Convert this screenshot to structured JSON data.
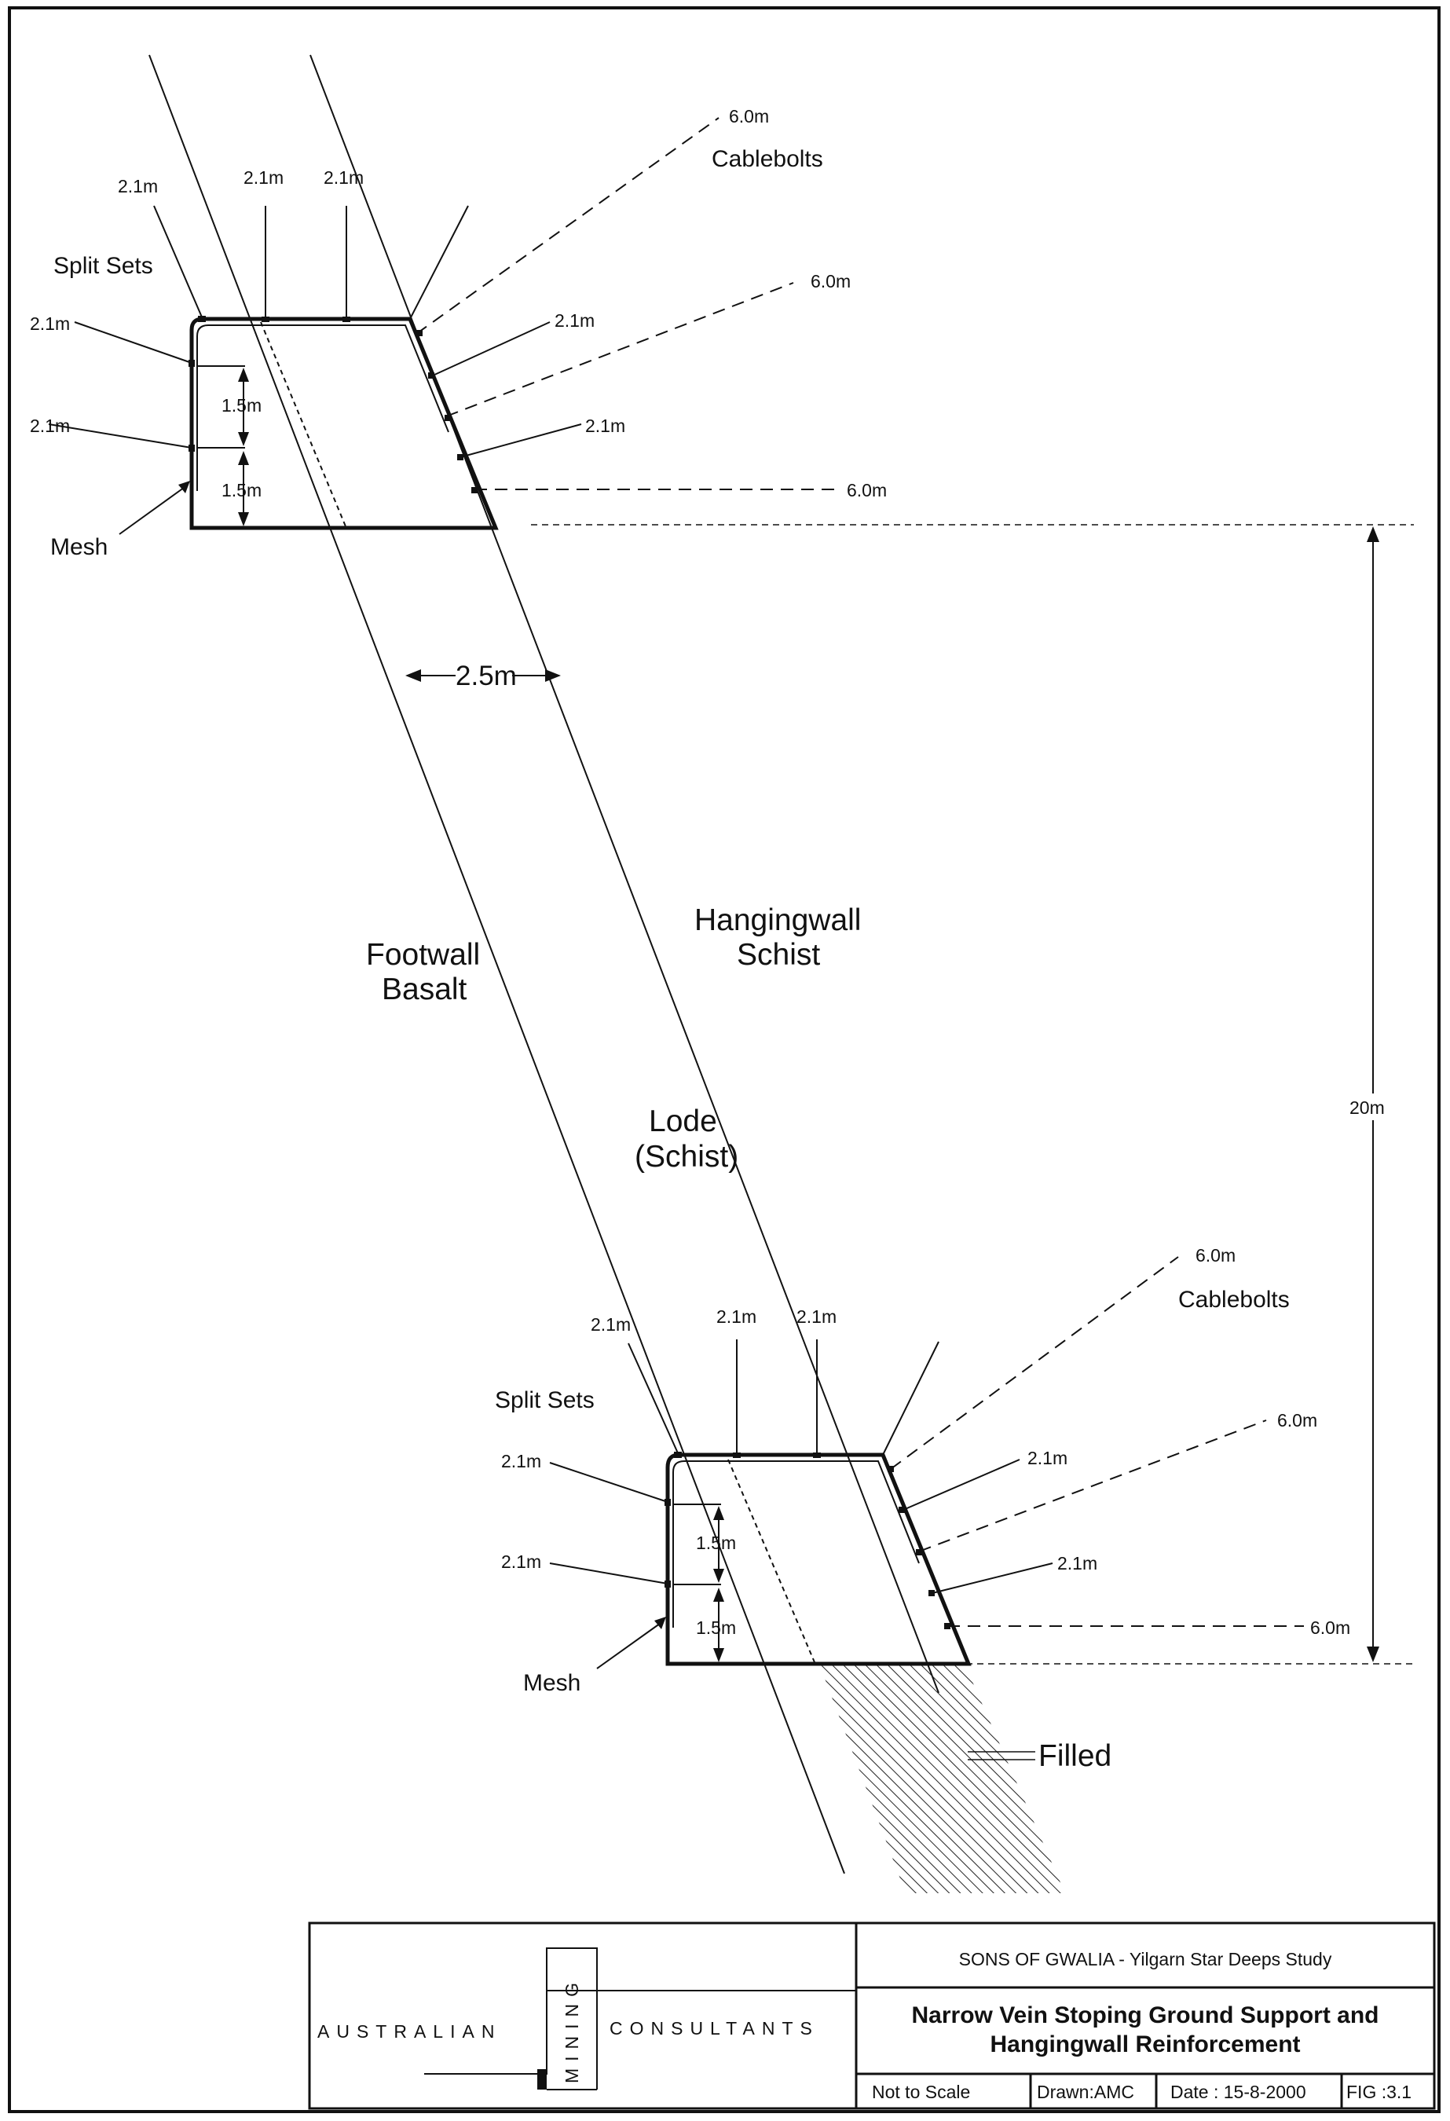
{
  "colors": {
    "ink": "#111111",
    "paper": "#ffffff",
    "hatch": "#333333"
  },
  "top_stope": {
    "bolt_labels": [
      "2.1m",
      "2.1m",
      "2.1m",
      "2.1m",
      "2.1m",
      "2.1m",
      "2.1m"
    ],
    "split_sets": "Split Sets",
    "cable_label": "Cablebolts",
    "cable_lengths": [
      "6.0m",
      "6.0m",
      "6.0m"
    ],
    "spacings": [
      "1.5m",
      "1.5m"
    ],
    "mesh": "Mesh"
  },
  "bottom_stope": {
    "bolt_labels": [
      "2.1m",
      "2.1m",
      "2.1m",
      "2.1m",
      "2.1m",
      "2.1m",
      "2.1m"
    ],
    "split_sets": "Split Sets",
    "cable_label": "Cablebolts",
    "cable_lengths": [
      "6.0m",
      "6.0m",
      "6.0m"
    ],
    "spacings": [
      "1.5m",
      "1.5m"
    ],
    "mesh": "Mesh"
  },
  "geology": {
    "lode_width": "2.5m",
    "footwall_line1": "Footwall",
    "footwall_line2": "Basalt",
    "hangingwall_line1": "Hangingwall",
    "hangingwall_line2": "Schist",
    "lode_line1": "Lode",
    "lode_line2": "(Schist)",
    "level_interval": "20m",
    "filled": "Filled"
  },
  "title_block": {
    "company_word1": "AUSTRALIAN",
    "company_word2": "MINING",
    "company_word3": "CONSULTANTS",
    "project": "SONS OF GWALIA - Yilgarn Star Deeps Study",
    "title_line1": "Narrow Vein Stoping Ground Support and",
    "title_line2": "Hangingwall Reinforcement",
    "scale": "Not to Scale",
    "drawn": "Drawn:AMC",
    "date": "Date : 15-8-2000",
    "fig": "FIG :3.1"
  }
}
